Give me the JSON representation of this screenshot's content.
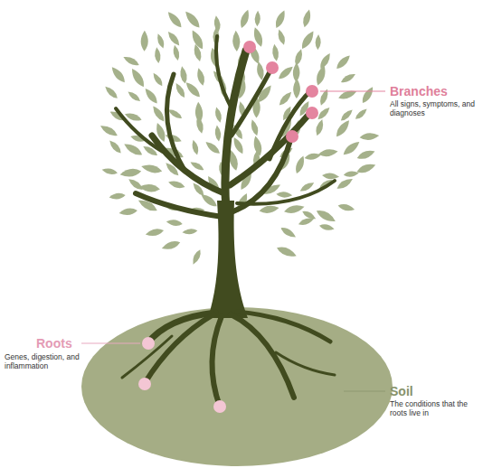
{
  "diagram": {
    "labels": [
      "Branches",
      "All signs, symptoms, and diagnoses",
      "Roots",
      "Genes, digestion, and inflammation",
      "Soil",
      "The conditions that the roots live in"
    ]
  }
}
